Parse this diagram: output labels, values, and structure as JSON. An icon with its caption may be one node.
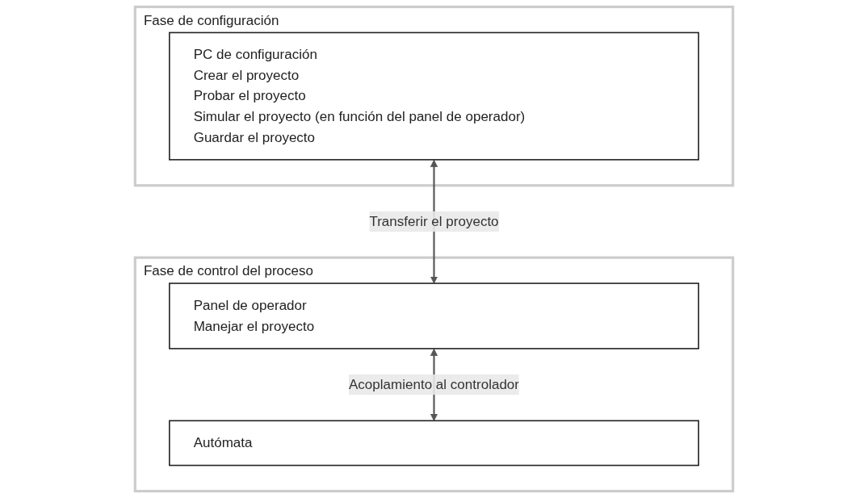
{
  "diagram": {
    "nodes": [
      {
        "text": [
          "Fase de configuración"
        ]
      },
      {
        "text": [
          "PC de configuración",
          "Crear el proyecto",
          "Probar el proyecto",
          "Simular el proyecto (en función del panel de operador)",
          "Guardar el proyecto"
        ],
        "in": 0
      },
      {
        "text": [
          "Fase de control del proceso"
        ]
      },
      {
        "text": [
          "Panel de operador",
          "Manejar el proyecto"
        ],
        "in": 2
      },
      {
        "text": [
          "Autómata"
        ],
        "in": 2
      }
    ],
    "edges": [
      {
        "from": 1,
        "to": 3,
        "arrow": "both",
        "label": "Transferir el proyecto"
      },
      {
        "from": 3,
        "to": 4,
        "arrow": "both",
        "label": "Acoplamiento al controlador"
      }
    ]
  }
}
